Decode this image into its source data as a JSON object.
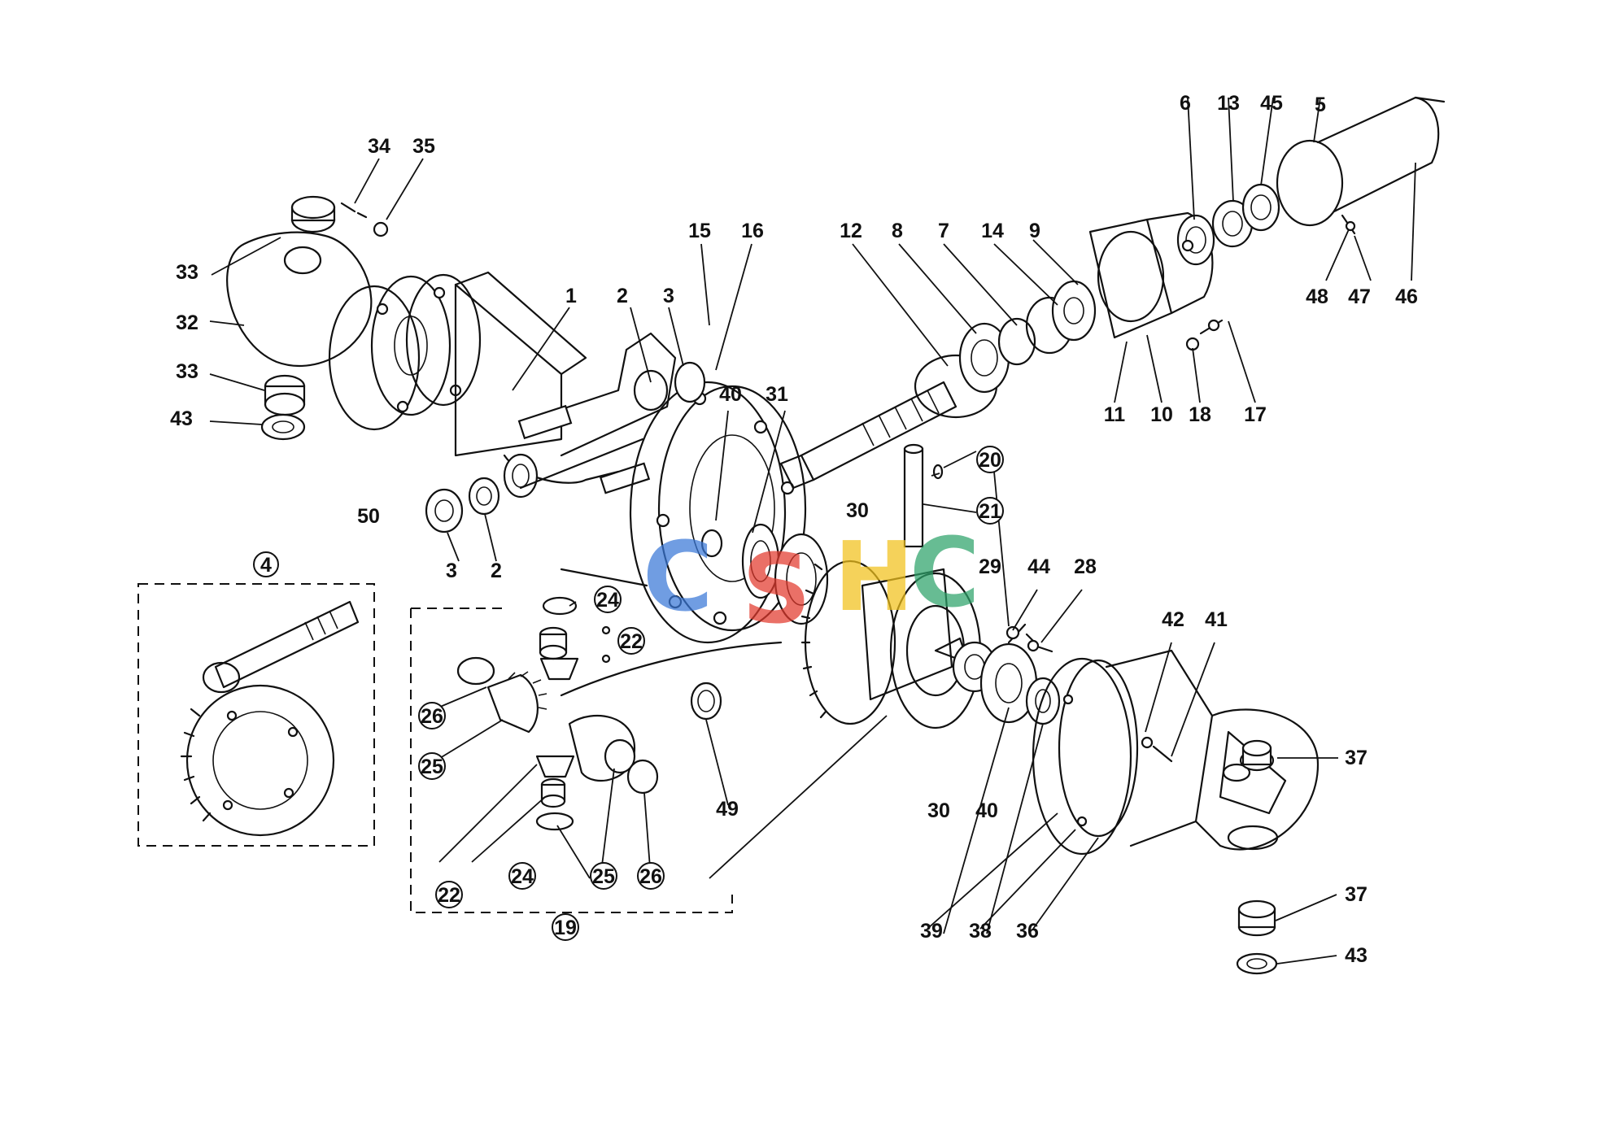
{
  "labels": [
    "1",
    "2",
    "3",
    "2",
    "3",
    "4",
    "5",
    "6",
    "7",
    "8",
    "9",
    "10",
    "11",
    "12",
    "13",
    "14",
    "15",
    "16",
    "17",
    "18",
    "19",
    "20",
    "21",
    "22",
    "22",
    "24",
    "24",
    "25",
    "25",
    "26",
    "26",
    "28",
    "29",
    "30",
    "30",
    "31",
    "32",
    "33",
    "33",
    "34",
    "35",
    "36",
    "37",
    "37",
    "38",
    "39",
    "40",
    "40",
    "41",
    "42",
    "43",
    "43",
    "44",
    "45",
    "46",
    "47",
    "48",
    "49",
    "50"
  ],
  "watermark": {
    "letters": [
      "C",
      "S",
      "H",
      "C"
    ],
    "colors": [
      "#3a78d8",
      "#e23a2e",
      "#f2c21b",
      "#2ea36a"
    ]
  }
}
